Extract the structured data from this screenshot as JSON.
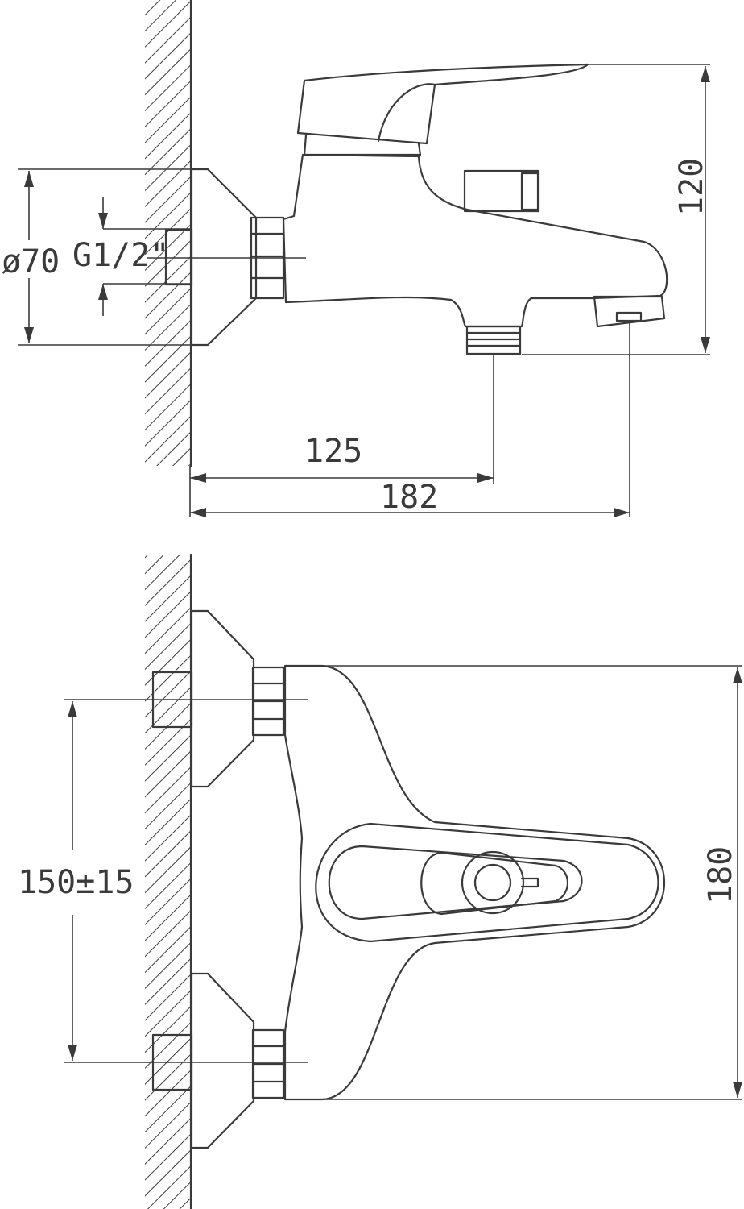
{
  "dimensions": {
    "flange_diameter": "ø70",
    "thread": "G1/2\"",
    "spout_outlet_distance": "125",
    "total_projection": "182",
    "height": "120",
    "center_distance": "150±15",
    "width": "180"
  }
}
